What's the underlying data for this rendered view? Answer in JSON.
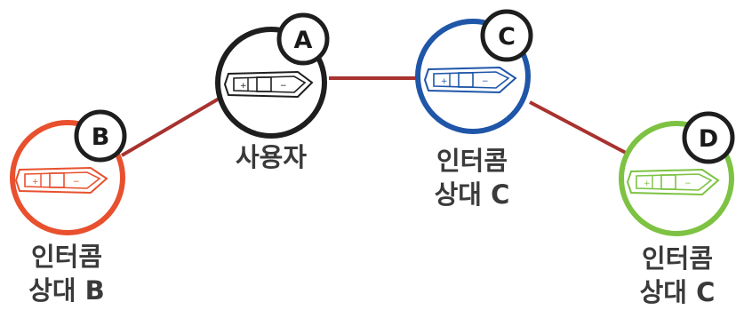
{
  "nodes": [
    {
      "id": "A",
      "badge": "A",
      "label_lines": [
        "사용자"
      ],
      "color": "#1e1e1e"
    },
    {
      "id": "B",
      "badge": "B",
      "label_lines": [
        "인터콤",
        "상대 B"
      ],
      "color": "#e8502e"
    },
    {
      "id": "C",
      "badge": "C",
      "label_lines": [
        "인터콤",
        "상대 C"
      ],
      "color": "#1f56a8"
    },
    {
      "id": "D",
      "badge": "D",
      "label_lines": [
        "인터콤",
        "상대 C"
      ],
      "color": "#7dc242"
    }
  ],
  "connections": [
    {
      "from": "B",
      "to": "A"
    },
    {
      "from": "A",
      "to": "C"
    },
    {
      "from": "C",
      "to": "D"
    }
  ],
  "connection_color": "#a8322e"
}
